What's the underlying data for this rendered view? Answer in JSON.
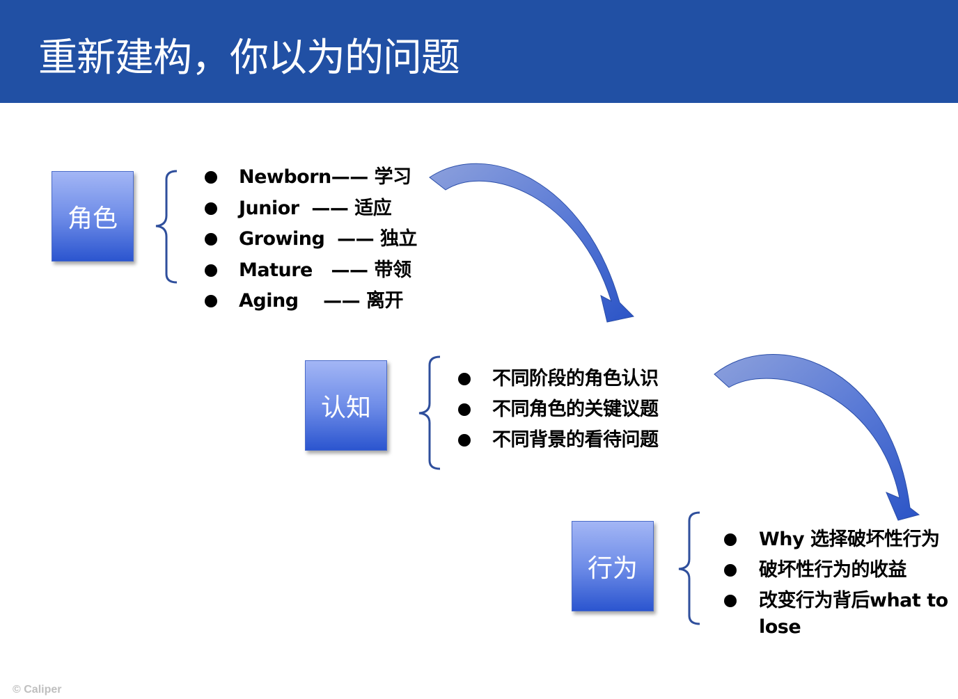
{
  "header": {
    "title": "重新建构，你以为的问题"
  },
  "groups": [
    {
      "label": "角色",
      "items": [
        "Newborn—— 学习",
        "Junior  —— 适应",
        "Growing  —— 独立",
        "Mature   —— 带领",
        "Aging    —— 离开"
      ]
    },
    {
      "label": "认知",
      "items": [
        "不同阶段的角色认识",
        "不同角色的关键议题",
        "不同背景的看待问题"
      ]
    },
    {
      "label": "行为",
      "items": [
        "Why 选择破坏性行为",
        "破坏性行为的收益",
        "改变行为背后what to",
        "lose"
      ]
    }
  ],
  "footer": {
    "copyright": "© Caliper"
  },
  "colors": {
    "header_bg": "#2150a4",
    "box_top": "#a3b6f5",
    "box_bottom": "#2b55cf",
    "arrow": "#3a62c8",
    "bracket": "#2f4f9c"
  }
}
